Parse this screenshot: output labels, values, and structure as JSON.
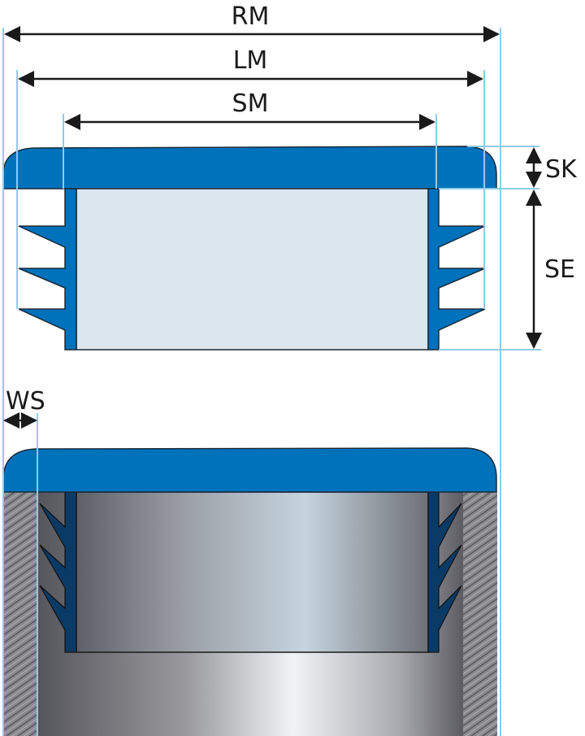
{
  "labels": {
    "rm": "RM",
    "lm": "LM",
    "sm": "SM",
    "sk": "SK",
    "se": "SE",
    "ws": "WS"
  },
  "colors": {
    "cap_blue": "#0072bb",
    "fin_dark_blue": "#0a3a66",
    "insert_fill": "#dce6ee",
    "guide_line": "#8fcbea",
    "tube_gray": "#7a7a80"
  }
}
